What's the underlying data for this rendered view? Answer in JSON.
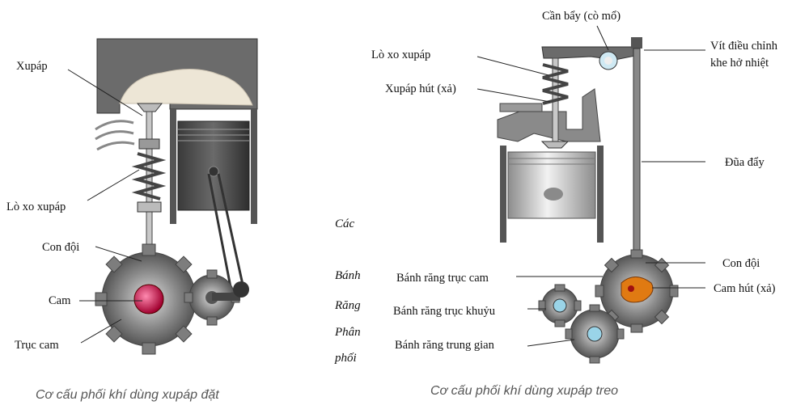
{
  "left_diagram": {
    "labels": {
      "valve": "Xupáp",
      "valve_spring": "Lò xo xupáp",
      "tappet": "Con đội",
      "cam": "Cam",
      "camshaft": "Trục cam"
    },
    "caption": "Cơ cấu phối khí dùng xupáp đặt"
  },
  "right_diagram": {
    "labels": {
      "rocker_arm": "Cần bẩy (cò mổ)",
      "valve_spring": "Lò xo xupáp",
      "intake_valve": "Xupáp hút (xả)",
      "adjust_screw_line1": "Vít điều chỉnh",
      "adjust_screw_line2": "khe hở nhiệt",
      "push_rod": "Đũa đẩy",
      "tappet": "Con đội",
      "intake_cam": "Cam hút (xả)",
      "cam_gear": "Bánh răng trục cam",
      "crank_gear": "Bánh răng trục khuỷu",
      "idler_gear": "Bánh răng trung gian"
    },
    "side_label": [
      "Các",
      "Bánh",
      "Răng",
      "Phân",
      "phối"
    ],
    "caption": "Cơ cấu phối khí dùng xupáp treo"
  },
  "colors": {
    "housing": "#6b6b6b",
    "gear": "#7d7d7d",
    "cam_left": "#b0003a",
    "cam_right": "#e07a12",
    "tappet": "#d9782b",
    "bearing": "#9ad4e8"
  }
}
